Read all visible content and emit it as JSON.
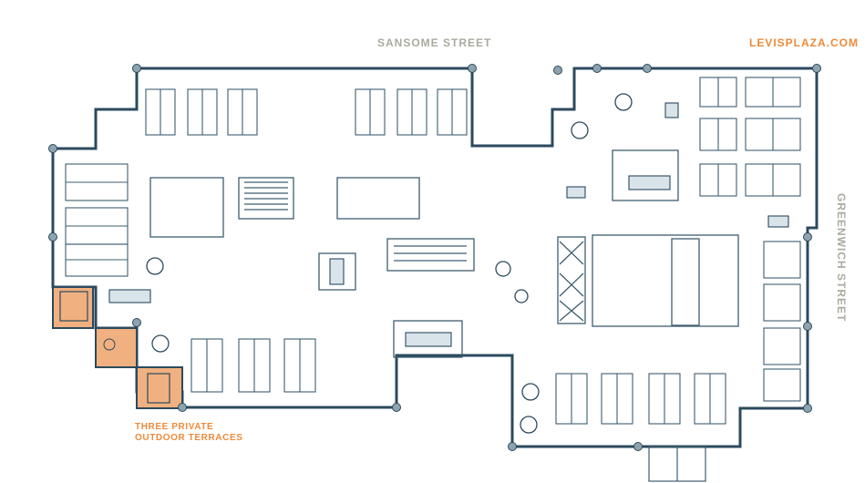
{
  "labels": {
    "street_top": "SANSOME STREET",
    "street_right": "GREENWICH STREET",
    "website": "LEVISPLAZA.COM",
    "terraces_line1": "THREE PRIVATE",
    "terraces_line2": "OUTDOOR TERRACES"
  },
  "colors": {
    "wall": "#2b4a5e",
    "line": "#3e5d71",
    "terrace": "#f0b080",
    "accent": "#ee8a3a",
    "street": "#a8ab9f",
    "highlight": "#d9e3ea"
  },
  "icons": [
    "workstation-icon",
    "meeting-table-icon",
    "column-icon",
    "stair-icon",
    "elevator-icon",
    "plant-icon"
  ]
}
